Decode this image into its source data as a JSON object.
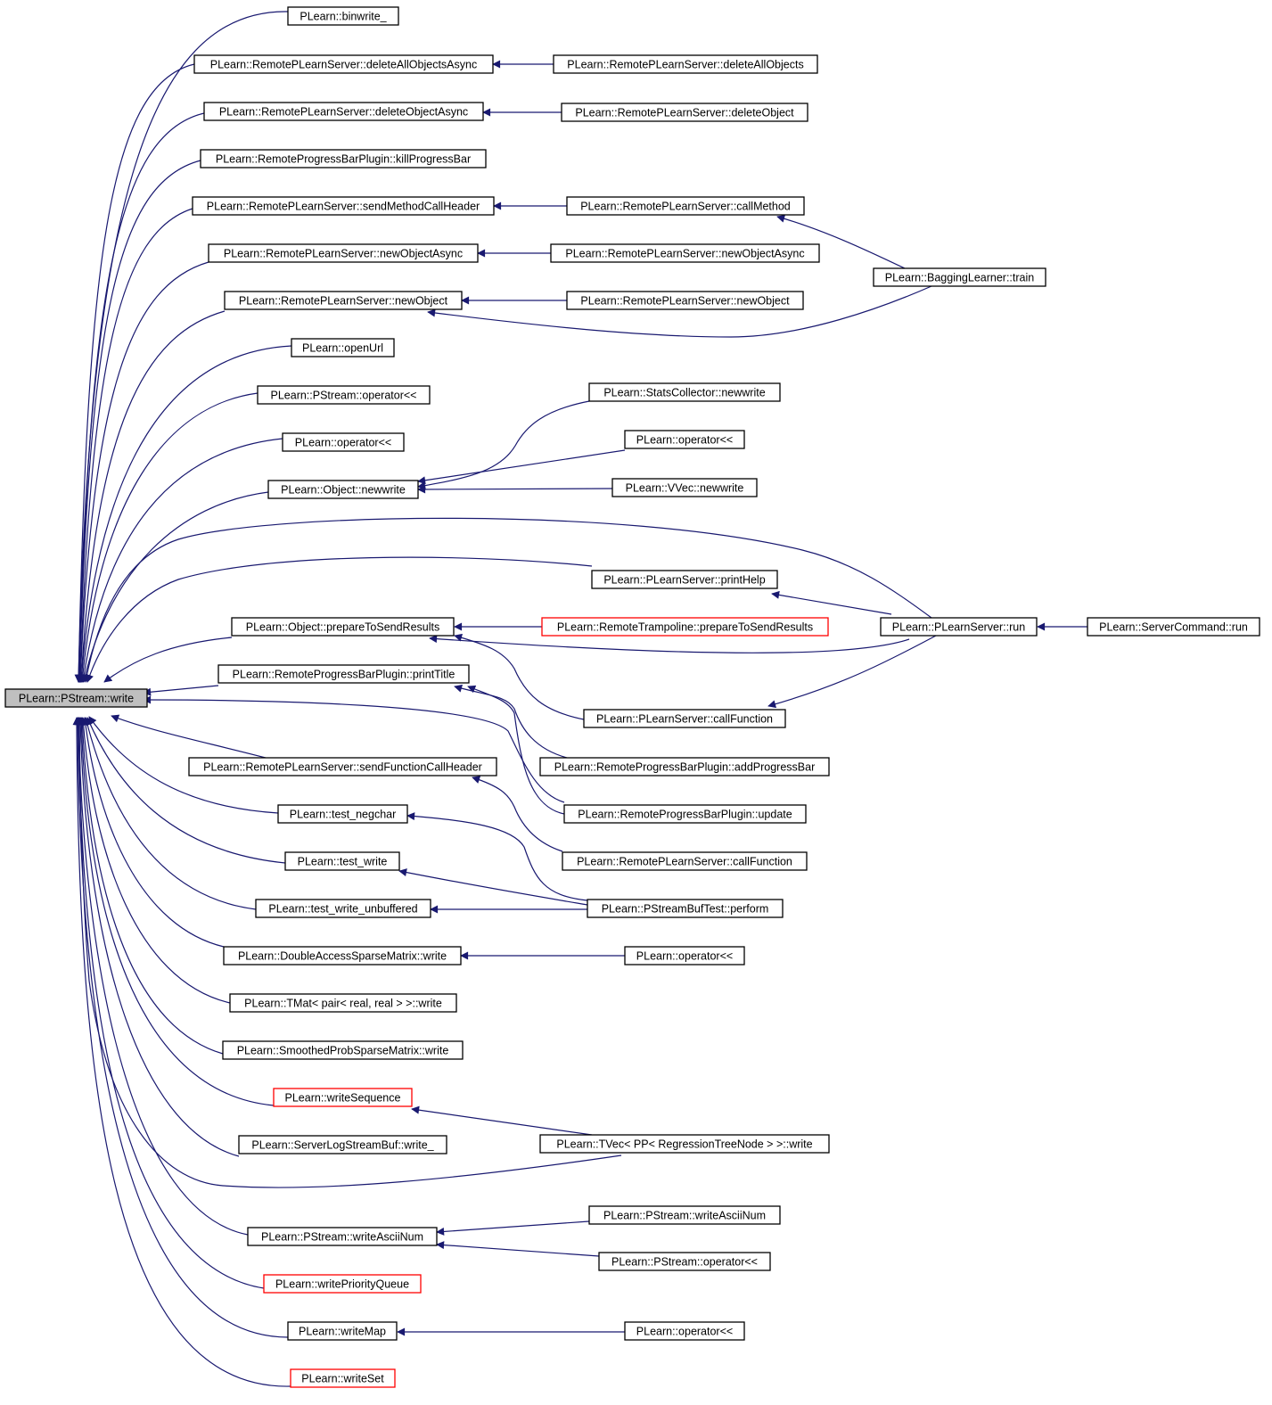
{
  "diagram": {
    "edge_color": "#191970",
    "highlight_color": "#ff0000",
    "root_fill": "#bfbfbf",
    "nodes": [
      {
        "id": "n0",
        "label": "PLearn::PStream::write",
        "style": "root"
      },
      {
        "id": "n1",
        "label": "PLearn::binwrite_"
      },
      {
        "id": "n2",
        "label": "PLearn::RemotePLearnServer::deleteAllObjectsAsync"
      },
      {
        "id": "n3",
        "label": "PLearn::RemotePLearnServer::deleteAllObjects"
      },
      {
        "id": "n4",
        "label": "PLearn::RemotePLearnServer::deleteObjectAsync"
      },
      {
        "id": "n5",
        "label": "PLearn::RemotePLearnServer::deleteObject"
      },
      {
        "id": "n6",
        "label": "PLearn::RemoteProgressBarPlugin::killProgressBar"
      },
      {
        "id": "n7",
        "label": "PLearn::RemotePLearnServer::sendMethodCallHeader"
      },
      {
        "id": "n8",
        "label": "PLearn::RemotePLearnServer::callMethod"
      },
      {
        "id": "n9",
        "label": "PLearn::BaggingLearner::train"
      },
      {
        "id": "n10",
        "label": "PLearn::RemotePLearnServer::newObjectAsync"
      },
      {
        "id": "n11",
        "label": "PLearn::RemotePLearnServer::newObjectAsync"
      },
      {
        "id": "n12",
        "label": "PLearn::RemotePLearnServer::newObject"
      },
      {
        "id": "n13",
        "label": "PLearn::RemotePLearnServer::newObject"
      },
      {
        "id": "n14",
        "label": "PLearn::openUrl"
      },
      {
        "id": "n15",
        "label": "PLearn::PStream::operator<<"
      },
      {
        "id": "n16",
        "label": "PLearn::operator<<"
      },
      {
        "id": "n17",
        "label": "PLearn::Object::newwrite"
      },
      {
        "id": "n18",
        "label": "PLearn::StatsCollector::newwrite"
      },
      {
        "id": "n19",
        "label": "PLearn::operator<<"
      },
      {
        "id": "n20",
        "label": "PLearn::VVec::newwrite"
      },
      {
        "id": "n21",
        "label": "PLearn::PLearnServer::printHelp"
      },
      {
        "id": "n22",
        "label": "PLearn::PLearnServer::run"
      },
      {
        "id": "n23",
        "label": "PLearn::ServerCommand::run"
      },
      {
        "id": "n24",
        "label": "PLearn::Object::prepareToSendResults"
      },
      {
        "id": "n25",
        "label": "PLearn::RemoteTrampoline::prepareToSendResults",
        "style": "red"
      },
      {
        "id": "n26",
        "label": "PLearn::RemoteProgressBarPlugin::printTitle"
      },
      {
        "id": "n27",
        "label": "PLearn::PLearnServer::callFunction"
      },
      {
        "id": "n28",
        "label": "PLearn::RemoteProgressBarPlugin::addProgressBar"
      },
      {
        "id": "n29",
        "label": "PLearn::RemotePLearnServer::sendFunctionCallHeader"
      },
      {
        "id": "n30",
        "label": "PLearn::RemoteProgressBarPlugin::update"
      },
      {
        "id": "n31",
        "label": "PLearn::test_negchar"
      },
      {
        "id": "n32",
        "label": "PLearn::RemotePLearnServer::callFunction"
      },
      {
        "id": "n33",
        "label": "PLearn::test_write"
      },
      {
        "id": "n34",
        "label": "PLearn::PStreamBufTest::perform"
      },
      {
        "id": "n35",
        "label": "PLearn::test_write_unbuffered"
      },
      {
        "id": "n36",
        "label": "PLearn::DoubleAccessSparseMatrix::write"
      },
      {
        "id": "n37",
        "label": "PLearn::operator<<"
      },
      {
        "id": "n38",
        "label": "PLearn::TMat< pair< real, real > >::write"
      },
      {
        "id": "n39",
        "label": "PLearn::SmoothedProbSparseMatrix::write"
      },
      {
        "id": "n40",
        "label": "PLearn::writeSequence",
        "style": "red"
      },
      {
        "id": "n41",
        "label": "PLearn::ServerLogStreamBuf::write_"
      },
      {
        "id": "n42",
        "label": "PLearn::TVec< PP< RegressionTreeNode > >::write"
      },
      {
        "id": "n43",
        "label": "PLearn::PStream::writeAsciiNum"
      },
      {
        "id": "n44",
        "label": "PLearn::PStream::writeAsciiNum"
      },
      {
        "id": "n45",
        "label": "PLearn::PStream::operator<<"
      },
      {
        "id": "n46",
        "label": "PLearn::writePriorityQueue",
        "style": "red"
      },
      {
        "id": "n47",
        "label": "PLearn::writeMap"
      },
      {
        "id": "n48",
        "label": "PLearn::operator<<"
      },
      {
        "id": "n49",
        "label": "PLearn::writeSet",
        "style": "red"
      }
    ],
    "edges": [
      {
        "from": "n1",
        "to": "n0"
      },
      {
        "from": "n2",
        "to": "n0"
      },
      {
        "from": "n3",
        "to": "n2"
      },
      {
        "from": "n4",
        "to": "n0"
      },
      {
        "from": "n5",
        "to": "n4"
      },
      {
        "from": "n6",
        "to": "n0"
      },
      {
        "from": "n7",
        "to": "n0"
      },
      {
        "from": "n8",
        "to": "n7"
      },
      {
        "from": "n9",
        "to": "n8"
      },
      {
        "from": "n10",
        "to": "n0"
      },
      {
        "from": "n11",
        "to": "n10"
      },
      {
        "from": "n12",
        "to": "n0"
      },
      {
        "from": "n13",
        "to": "n12"
      },
      {
        "from": "n9",
        "to": "n12"
      },
      {
        "from": "n14",
        "to": "n0"
      },
      {
        "from": "n15",
        "to": "n0"
      },
      {
        "from": "n16",
        "to": "n0"
      },
      {
        "from": "n17",
        "to": "n0"
      },
      {
        "from": "n18",
        "to": "n17"
      },
      {
        "from": "n19",
        "to": "n17"
      },
      {
        "from": "n20",
        "to": "n17"
      },
      {
        "from": "n22",
        "to": "n0"
      },
      {
        "from": "n21",
        "to": "n0"
      },
      {
        "from": "n22",
        "to": "n21"
      },
      {
        "from": "n23",
        "to": "n22"
      },
      {
        "from": "n24",
        "to": "n0"
      },
      {
        "from": "n25",
        "to": "n24"
      },
      {
        "from": "n22",
        "to": "n24"
      },
      {
        "from": "n27",
        "to": "n24"
      },
      {
        "from": "n22",
        "to": "n27"
      },
      {
        "from": "n26",
        "to": "n0"
      },
      {
        "from": "n28",
        "to": "n26"
      },
      {
        "from": "n30",
        "to": "n26"
      },
      {
        "from": "n30",
        "to": "n0"
      },
      {
        "from": "n29",
        "to": "n0"
      },
      {
        "from": "n32",
        "to": "n29"
      },
      {
        "from": "n31",
        "to": "n0"
      },
      {
        "from": "n34",
        "to": "n31"
      },
      {
        "from": "n33",
        "to": "n0"
      },
      {
        "from": "n34",
        "to": "n33"
      },
      {
        "from": "n35",
        "to": "n0"
      },
      {
        "from": "n34",
        "to": "n35"
      },
      {
        "from": "n36",
        "to": "n0"
      },
      {
        "from": "n37",
        "to": "n36"
      },
      {
        "from": "n38",
        "to": "n0"
      },
      {
        "from": "n39",
        "to": "n0"
      },
      {
        "from": "n40",
        "to": "n0"
      },
      {
        "from": "n42",
        "to": "n40"
      },
      {
        "from": "n41",
        "to": "n0"
      },
      {
        "from": "n42",
        "to": "n0"
      },
      {
        "from": "n43",
        "to": "n0"
      },
      {
        "from": "n44",
        "to": "n43"
      },
      {
        "from": "n45",
        "to": "n43"
      },
      {
        "from": "n46",
        "to": "n0"
      },
      {
        "from": "n47",
        "to": "n0"
      },
      {
        "from": "n48",
        "to": "n47"
      },
      {
        "from": "n49",
        "to": "n0"
      }
    ]
  }
}
